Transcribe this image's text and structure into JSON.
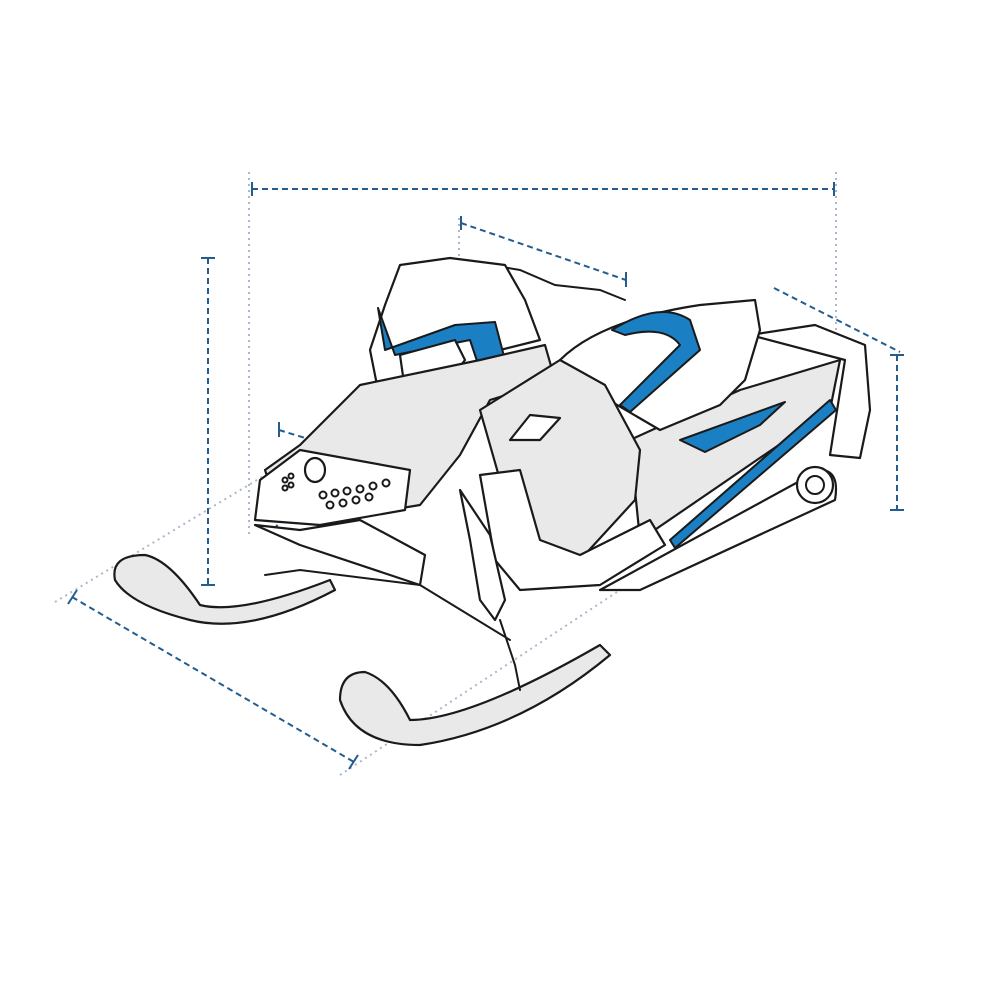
{
  "diagram": {
    "subject": "snowmobile",
    "colors": {
      "dimension_line": "#235d8f",
      "extension_line": "#aab8cc",
      "accent": "#1b7fc4",
      "panel_fill": "#e9e9e9",
      "outline": "#1a1a1a"
    },
    "dimensions": [
      "overall-length",
      "overall-height",
      "overall-width",
      "windshield-depth",
      "seat-length",
      "rear-height",
      "hood-width"
    ]
  }
}
